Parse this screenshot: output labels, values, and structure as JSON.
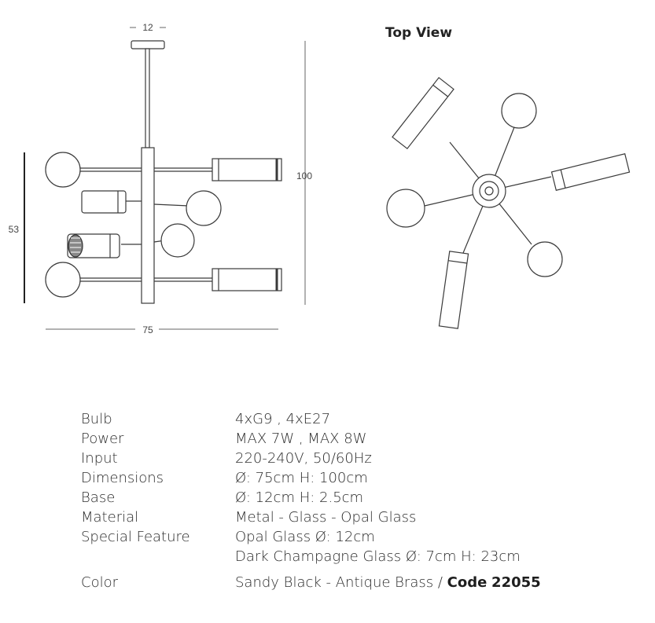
{
  "dimensions": {
    "base_width": "12",
    "height": "100",
    "arm_height": "53",
    "width": "75"
  },
  "top_view_title": "Top View",
  "specs": [
    {
      "key": "Bulb",
      "value": "4xG9 , 4xE27"
    },
    {
      "key": "Power",
      "value": "MAX 7W , MAX 8W"
    },
    {
      "key": "Input",
      "value": "220-240V, 50/60Hz"
    },
    {
      "key": "Dimensions",
      "value": "Ø: 75cm  H: 100cm"
    },
    {
      "key": "Base",
      "value": "Ø: 12cm  H: 2.5cm"
    },
    {
      "key": "Material",
      "value": "Metal - Glass - Opal Glass"
    },
    {
      "key": "Special Feature",
      "value": "Opal Glass  Ø: 12cm"
    },
    {
      "key": "",
      "value": "Dark Champagne Glass  Ø: 7cm  H: 23cm"
    }
  ],
  "color": {
    "key": "Color",
    "value": "Sandy Black - Antique Brass / ",
    "code_label": "Code",
    "code_value": "22055"
  }
}
